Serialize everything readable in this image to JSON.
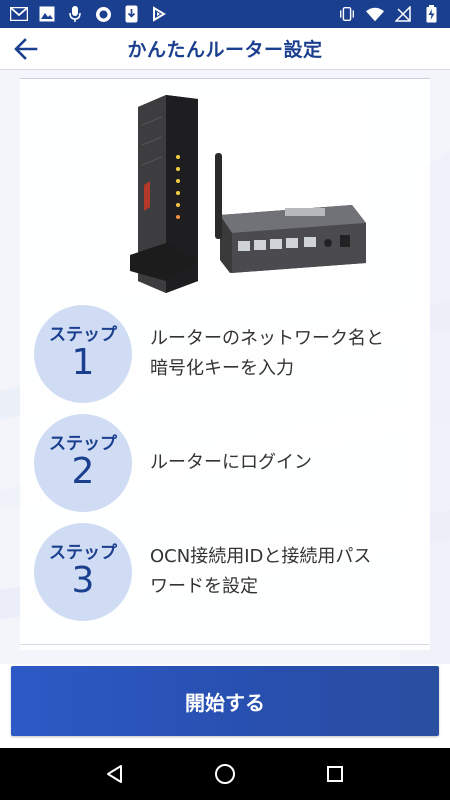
{
  "header": {
    "title": "かんたんルーター設定"
  },
  "steps": [
    {
      "label": "ステップ",
      "number": "1",
      "lines": [
        "ルーターのネットワーク名と",
        "暗号化キーを入力"
      ]
    },
    {
      "label": "ステップ",
      "number": "2",
      "lines": [
        "ルーターにログイン"
      ]
    },
    {
      "label": "ステップ",
      "number": "3",
      "lines": [
        "OCN接続用IDと接続用パス",
        "ワードを設定"
      ]
    }
  ],
  "start_button": {
    "label": "開始する"
  },
  "colors": {
    "brand": "#1b3f8f",
    "step_circle": "#cfdcf3",
    "button": "#2c5ac6"
  },
  "status_bar": {
    "left_icons": [
      "gmail-icon",
      "photos-icon",
      "mic-icon",
      "circle-icon",
      "download-icon",
      "feedly-icon"
    ],
    "right_icons": [
      "vibrate-icon",
      "wifi-icon",
      "no-signal-icon",
      "battery-charging-icon"
    ]
  }
}
